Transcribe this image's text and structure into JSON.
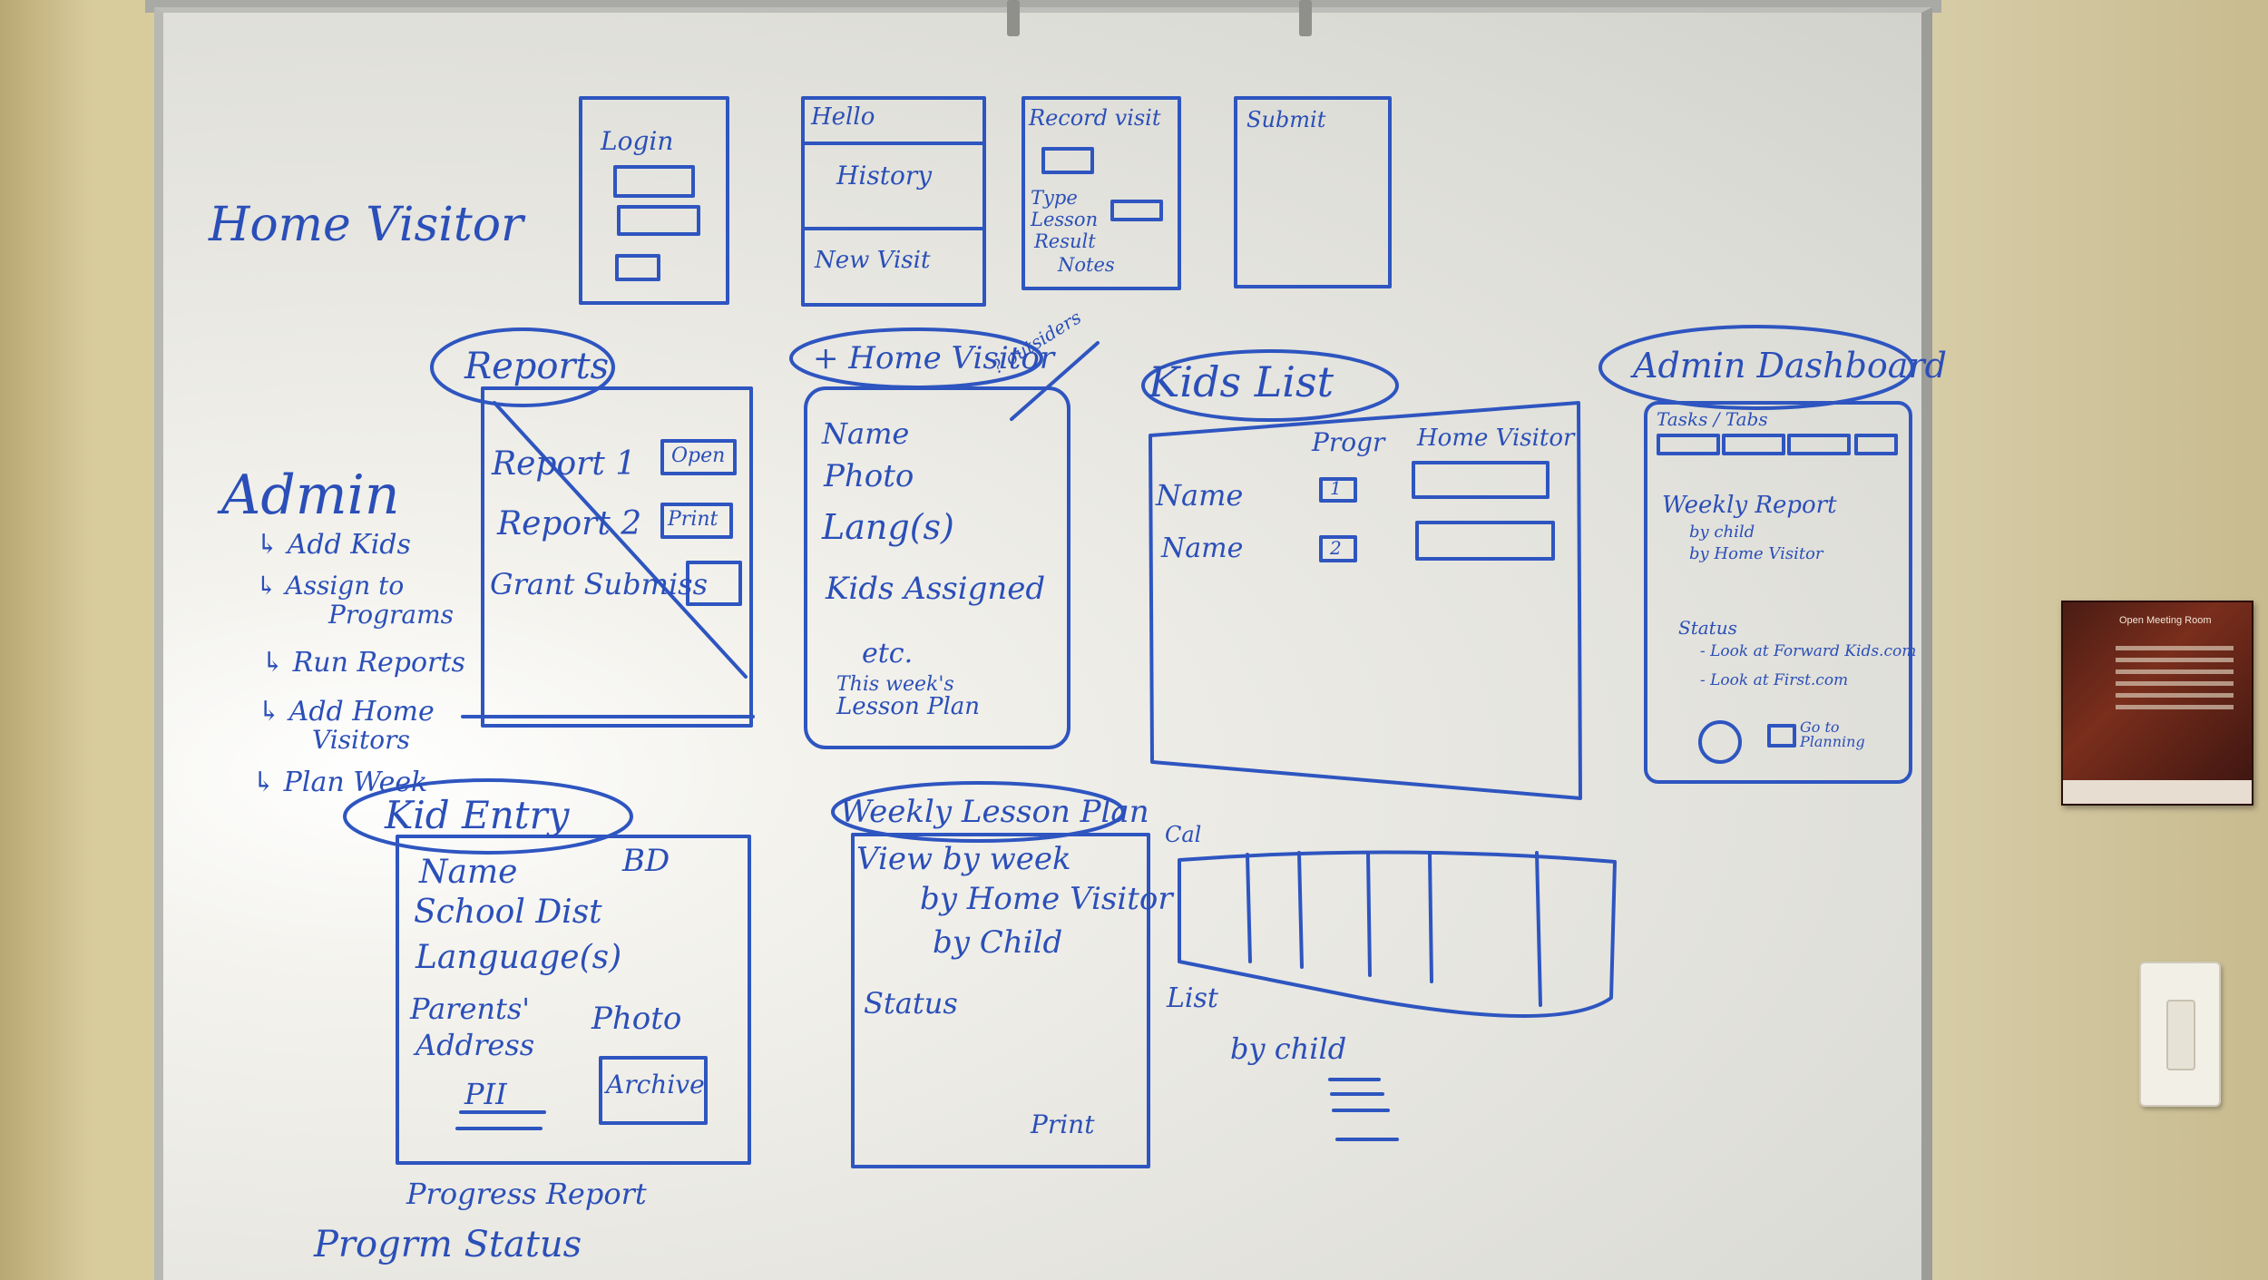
{
  "home_visitor": {
    "heading": "Home Visitor",
    "screens": [
      "Login",
      "Hello",
      "History",
      "New Visit",
      "Record visit",
      "Type",
      "Lesson",
      "Result",
      "Notes",
      "Submit"
    ]
  },
  "admin": {
    "heading": "Admin",
    "items": [
      "↳ Add Kids",
      "↳ Assign to",
      "Programs",
      "↳ Run Reports",
      "↳ Add Home",
      "Visitors",
      "↳ Plan Week"
    ]
  },
  "reports": {
    "title": "Reports",
    "rows": [
      "Report 1",
      "Report 2",
      "Grant Submiss"
    ],
    "buttons": [
      "Open",
      "Print"
    ]
  },
  "add_home_visitor": {
    "title": "+ Home Visitor",
    "note": "? outsiders",
    "fields": [
      "Name",
      "Photo",
      "Lang(s)",
      "Kids Assigned",
      "etc.",
      "This week's",
      "Lesson Plan"
    ]
  },
  "kids_list": {
    "title": "Kids List",
    "columns": [
      "Progr",
      "Home Visitor"
    ],
    "rows": [
      {
        "name": "Name",
        "progr": "1"
      },
      {
        "name": "Name",
        "progr": "2"
      }
    ]
  },
  "admin_dashboard": {
    "title": "Admin Dashboard",
    "tasks": "Tasks / Tabs",
    "weekly": "Weekly Report",
    "by_child": "by child",
    "by_home_visitor": "by Home Visitor",
    "status_lines": [
      "Status",
      "- Look at Forward Kids.com",
      "- Look at First.com"
    ],
    "go_to": "Go to Planning"
  },
  "kid_entry": {
    "title": "Kid Entry",
    "fields": [
      "Name",
      "BD",
      "School Dist",
      "Language(s)",
      "Parents'",
      "Address",
      "Photo",
      "PII",
      "Archive"
    ]
  },
  "progress": [
    "Progress Report",
    "Progrm Status"
  ],
  "weekly_lesson_plan": {
    "title": "Weekly Lesson Plan",
    "lines": [
      "View by week",
      "by Home Visitor",
      "by Child",
      "Status",
      "Print"
    ]
  },
  "calendar": {
    "cal": "Cal",
    "list": "List",
    "by_child": "by child"
  },
  "poster": {
    "title": "Open Meeting Room"
  }
}
